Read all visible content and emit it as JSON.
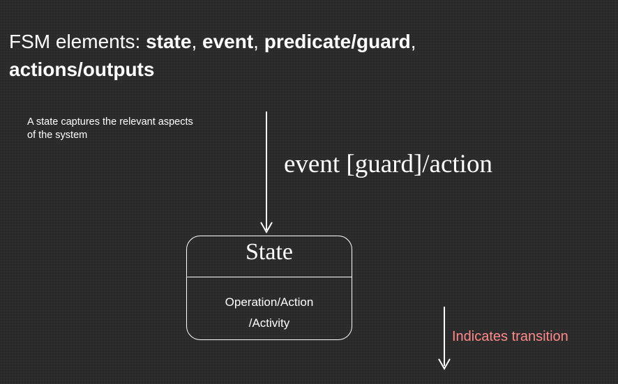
{
  "title": {
    "prefix": "FSM elements: ",
    "term_state": "state",
    "sep1": ", ",
    "term_event": "event",
    "sep2": ", ",
    "term_guard": "predicate/guard",
    "sep3": ",",
    "term_actions": "actions/outputs"
  },
  "note": "A state captures the relevant aspects of the system",
  "transition": {
    "label": "event [guard]/action"
  },
  "state": {
    "name": "State",
    "activity_line1": "Operation/Action",
    "activity_line2": "/Activity"
  },
  "legend": {
    "label": "Indicates transition",
    "label_color": "#ff8a8a"
  },
  "colors": {
    "background": "#2a2a2a",
    "foreground": "#ffffff"
  }
}
